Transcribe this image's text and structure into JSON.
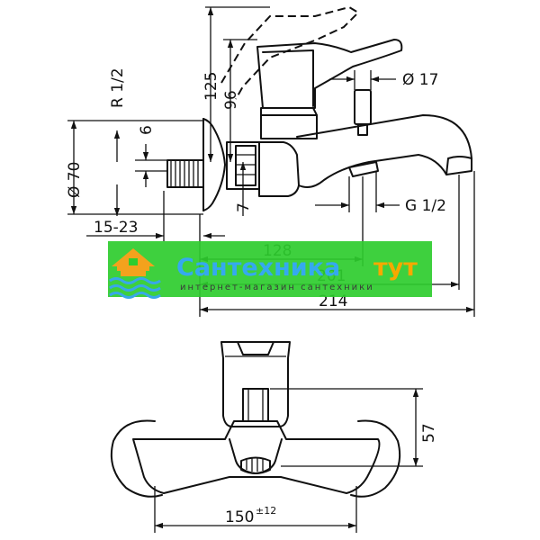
{
  "side_view": {
    "dim_r12": "R 1/2",
    "dim_d70": "Ø 70",
    "dim_6": "6",
    "dim_7": "7",
    "dim_125": "125",
    "dim_96": "96",
    "dim_d17": "Ø 17",
    "dim_g12": "G 1/2",
    "dim_15_23": "15-23",
    "dim_128": "128",
    "dim_201": "201",
    "dim_214": "214"
  },
  "front_view": {
    "dim_57": "57",
    "dim_150": "150",
    "dim_150_tol": "±12"
  },
  "watermark": {
    "title_left": "Сантехника",
    "title_right": "тут",
    "subtitle": "интернет-магазин сантехники",
    "colors": {
      "band": "#2ecc2e",
      "title_left": "#35a9ef",
      "title_right": "#f7a800",
      "house": "#f3a21d",
      "waves": "#38a8e8"
    }
  }
}
